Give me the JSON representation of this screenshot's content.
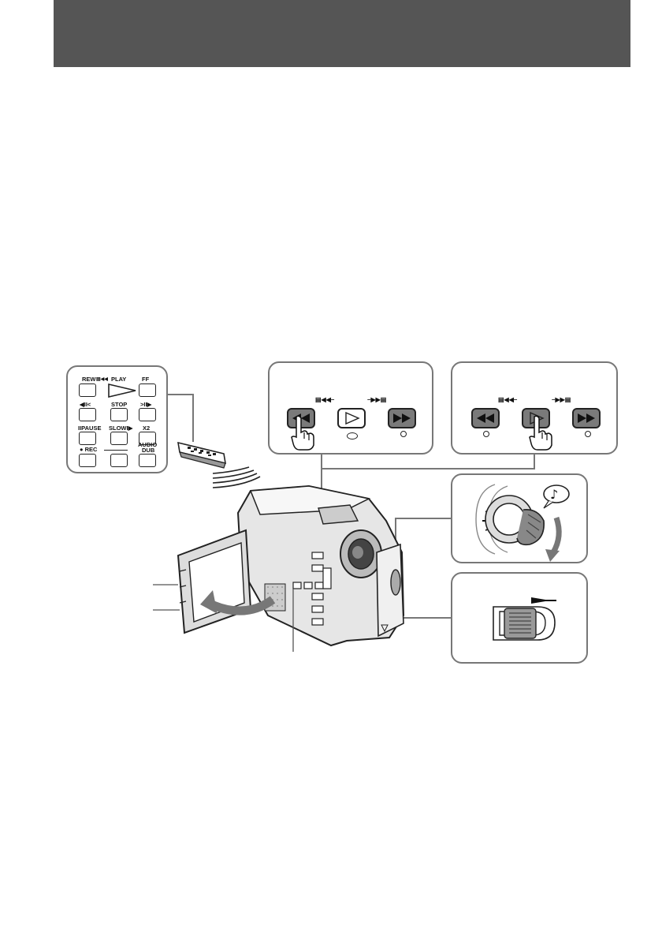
{
  "header": {
    "title": ""
  },
  "remote": {
    "buttons": {
      "rew": "REW",
      "play": "PLAY",
      "ff": "FF",
      "stop": "STOP",
      "pause": "PAUSE",
      "slow": "SLOW",
      "x2": "X2",
      "rec": "REC",
      "audio_dub_line1": "AUDIO",
      "audio_dub_line2": "DUB"
    }
  },
  "colors": {
    "header_bar": "#555555",
    "panel_border": "#777777",
    "arrow": "#666666",
    "button_dark": "#7a7a7a"
  },
  "icons": [
    "remote-control-icon",
    "camcorder-icon",
    "hand-pointer-icon",
    "rewind-icon",
    "play-icon",
    "fast-forward-icon",
    "power-switch-icon",
    "slide-switch-icon",
    "infrared-waves-icon"
  ]
}
